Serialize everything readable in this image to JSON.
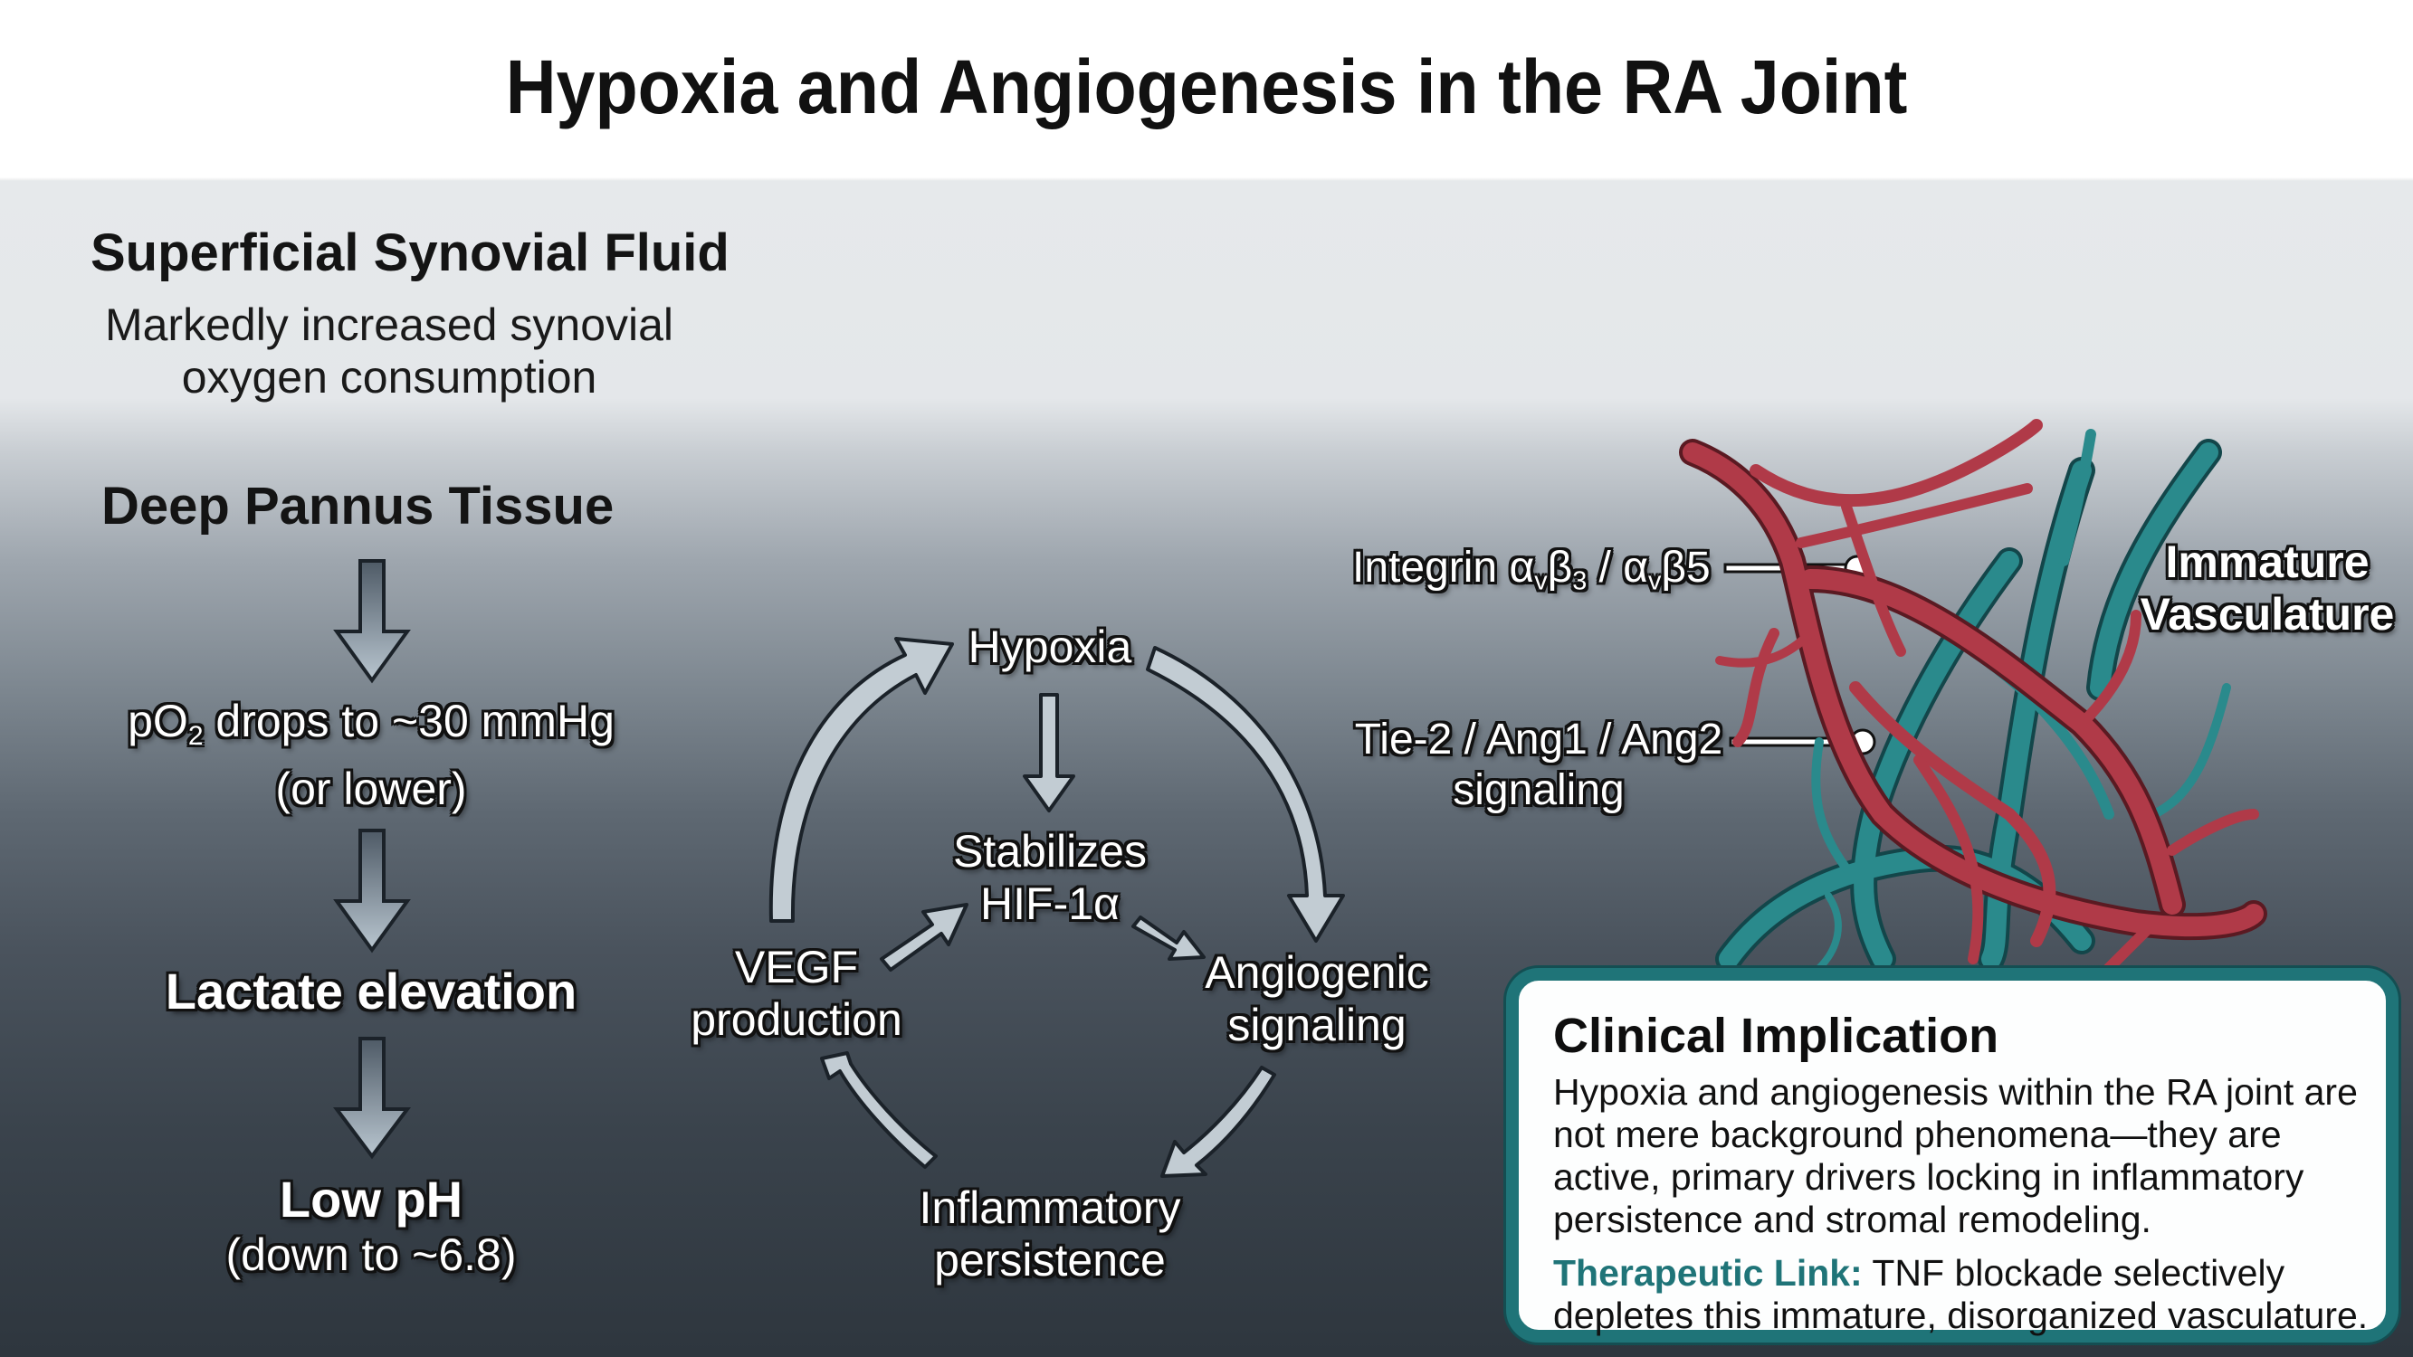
{
  "title": "Hypoxia and Angiogenesis in the RA Joint",
  "left_column": {
    "superficial": {
      "heading": "Superficial Synovial Fluid",
      "line1": "Markedly increased synovial",
      "line2": "oxygen consumption"
    },
    "deep_heading": "Deep Pannus Tissue",
    "steps": [
      {
        "prefix": "pO",
        "sub": "2",
        "line1": " drops to ~30 mmHg",
        "line2": "(or lower)"
      },
      {
        "line1": "Lactate elevation"
      },
      {
        "line1": "Low pH",
        "line2": "(down to ~6.8)"
      }
    ]
  },
  "cycle": {
    "hypoxia": "Hypoxia",
    "hif_line1": "Stabilizes",
    "hif_line2": "HIF-1α",
    "angio_line1": "Angiogenic",
    "angio_line2": "signaling",
    "inflam_line1": "Inflammatory",
    "inflam_line2": "persistence",
    "vegf_line1": "VEGF",
    "vegf_line2": "production"
  },
  "vasculature": {
    "label_line1": "Immature",
    "label_line2": "Vasculature",
    "callout1": {
      "a": "Integrin α",
      "b": "v",
      "c": "β",
      "d": "3",
      "e": " / α",
      "f": "v",
      "g": "β5"
    },
    "callout2_line1": "Tie-2 / Ang1 / Ang2",
    "callout2_line2": "signaling",
    "colors": {
      "artery": "#b03a48",
      "vein": "#2a8a8c"
    }
  },
  "clinical": {
    "heading": "Clinical Implication",
    "body": "Hypoxia and angiogenesis within the RA joint are not mere background phenomena—they are active, primary drivers locking in inflammatory persistence and stromal remodeling.",
    "link_label": "Therapeutic Link:",
    "link_text": " TNF blockade selectively depletes this immature, disorganized vasculature.",
    "accent": "#1f7478"
  }
}
